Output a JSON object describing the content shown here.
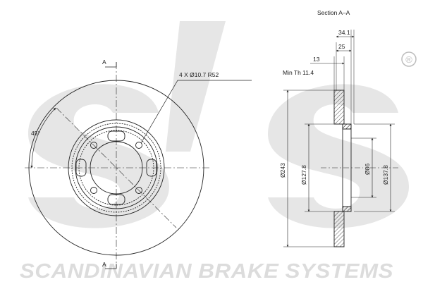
{
  "watermark": {
    "logo_text": "sbs",
    "registered_mark": "®",
    "tagline": "SCANDINAVIAN BRAKE SYSTEMS"
  },
  "front_view": {
    "section_marker_top": "A",
    "section_marker_bottom": "A",
    "angle_label": "45°",
    "hole_callout": "4  X  Ø10.7   R52"
  },
  "section_view": {
    "title": "Section  A–A",
    "dim_total_width": "34.1",
    "dim_hub_height": "25",
    "dim_disc_thickness": "13",
    "min_thickness": "Min  Th  11.4",
    "dim_outer_diameter": "Ø243",
    "dim_friction_inner": "Ø127.8",
    "dim_center_bore": "Ø86",
    "dim_hub_diameter": "Ø137.8"
  },
  "colors": {
    "line": "#222222",
    "watermark": "#dcdcdc"
  }
}
